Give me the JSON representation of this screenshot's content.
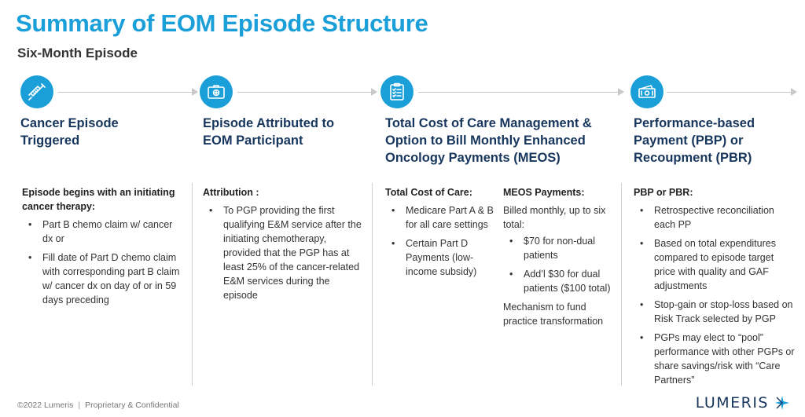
{
  "header": {
    "title": "Summary of EOM Episode Structure",
    "subtitle": "Six-Month Episode"
  },
  "steps": [
    {
      "icon": "syringe-icon",
      "title_line1": "Cancer Episode",
      "title_line2": "Triggered",
      "title_line3": ""
    },
    {
      "icon": "medical-kit-icon",
      "title_line1": "Episode Attributed to",
      "title_line2": "EOM Participant",
      "title_line3": ""
    },
    {
      "icon": "clipboard-checklist-icon",
      "title_line1": "Total Cost of Care Management &",
      "title_line2": "Option to Bill Monthly Enhanced",
      "title_line3": "Oncology Payments (MEOS)"
    },
    {
      "icon": "money-icon",
      "title_line1": "Performance-based",
      "title_line2": "Payment (PBP) or",
      "title_line3": "Recoupment (PBR)"
    }
  ],
  "col1": {
    "heading": "Episode begins with an initiating cancer therapy:",
    "bullets": [
      "Part B chemo claim w/ cancer dx or",
      "Fill date of Part D chemo claim with corresponding part B claim w/ cancer dx on day of or in 59 days preceding"
    ]
  },
  "col2": {
    "heading": "Attribution :",
    "bullets": [
      "To PGP providing the first qualifying E&M service after the initiating chemotherapy, provided that the PGP has at least 25% of the cancer-related E&M services during the episode"
    ]
  },
  "col3a": {
    "heading": "Total Cost of Care:",
    "bullets": [
      "Medicare Part A & B for all care settings",
      "Certain Part D Payments (low-income subsidy)"
    ]
  },
  "col3b": {
    "heading": "MEOS Payments:",
    "intro": "Billed monthly, up to six total:",
    "bullets": [
      "$70 for non-dual patients",
      "Add’l $30 for dual patients ($100 total)"
    ],
    "outro": "Mechanism to fund practice transformation"
  },
  "col4": {
    "heading": "PBP or PBR:",
    "bullets": [
      "Retrospective reconciliation each PP",
      "Based on total expenditures compared to episode target price with quality and GAF adjustments",
      "Stop-gain or stop-loss based on Risk Track selected by PGP",
      "PGPs may elect to “pool” performance with other PGPs or share savings/risk with “Care Partners”"
    ]
  },
  "footer": {
    "copyright": "©2022 Lumeris",
    "separator": "|",
    "notice": "Proprietary & Confidential",
    "logo_text": "LUMERIS"
  },
  "colors": {
    "accent": "#1a9fd9",
    "heading": "#17365d"
  }
}
